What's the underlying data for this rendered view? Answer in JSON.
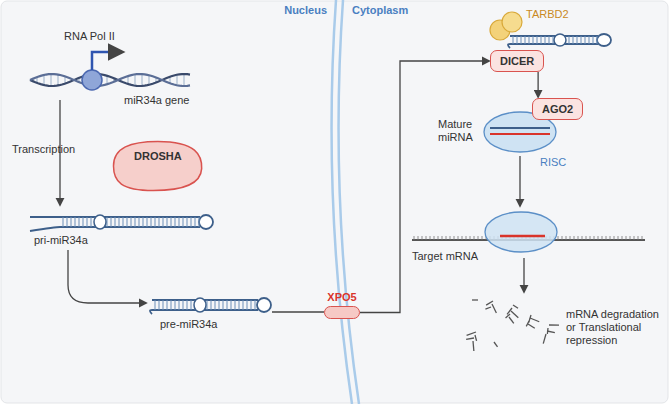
{
  "diagram": {
    "nodes": [
      {
        "text": [
          "DROSHA"
        ]
      },
      {
        "text": [
          "XPO5"
        ]
      },
      {
        "text": [
          "DICER"
        ]
      },
      {
        "text": [
          "AGO2"
        ]
      }
    ],
    "edges": [
      {
        "from": 1,
        "to": 2,
        "arrow": "to"
      },
      {
        "from": 2,
        "to": 3,
        "arrow": "to"
      }
    ],
    "labels": [
      "Nucleus",
      "Cytoplasm",
      "RNA Pol II",
      "miR34a gene",
      "Transcription",
      "pri-miR34a",
      "pre-miR34a",
      "TARBD2",
      "Mature miRNA",
      "RISC",
      "Target mRNA",
      "mRNA degradation or Translational repression"
    ]
  }
}
